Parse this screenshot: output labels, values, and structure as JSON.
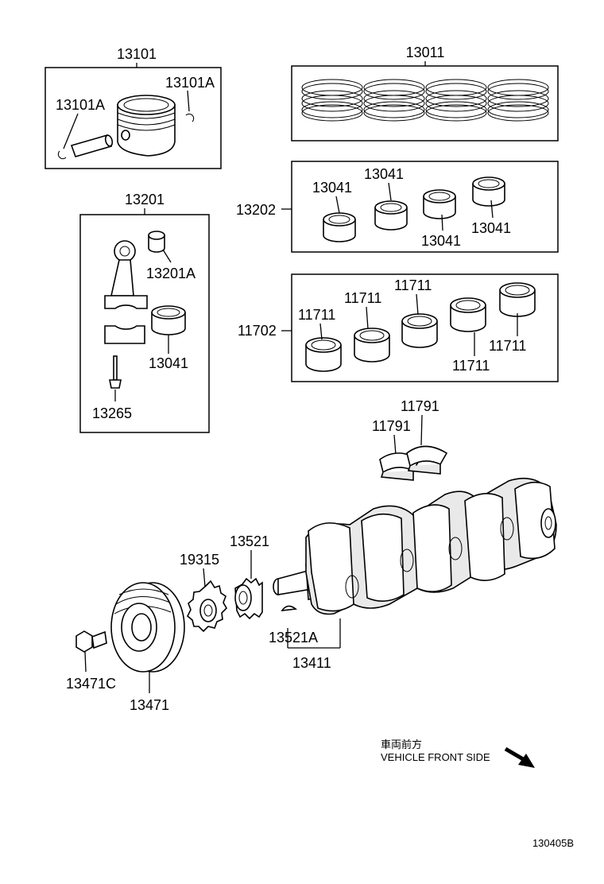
{
  "parts": {
    "piston_assy": "13101",
    "piston_pin_left": "13101A",
    "piston_pin_right": "13101A",
    "ring_set": "13011",
    "conrod_assy": "13201",
    "conrod_bush": "13201A",
    "conrod_bearing": "13041",
    "conrod_bolt": "13265",
    "conrod_bearing_set": "13202",
    "bearing_13041_a": "13041",
    "bearing_13041_b": "13041",
    "bearing_13041_c": "13041",
    "bearing_13041_d": "13041",
    "main_bearing_set": "11702",
    "main_11711_a": "11711",
    "main_11711_b": "11711",
    "main_11711_c": "11711",
    "main_11711_d": "11711",
    "main_11711_e": "11711",
    "thrust_washer_a": "11791",
    "thrust_washer_b": "11791",
    "crank_sprocket": "13521",
    "sprocket_key": "13521A",
    "crankshaft": "13411",
    "oil_pump_gear": "19315",
    "pulley": "13471",
    "pulley_bolt": "13471C"
  },
  "legend": {
    "japanese": "車両前方",
    "english": "VEHICLE FRONT SIDE"
  },
  "diagram_code": "130405B"
}
